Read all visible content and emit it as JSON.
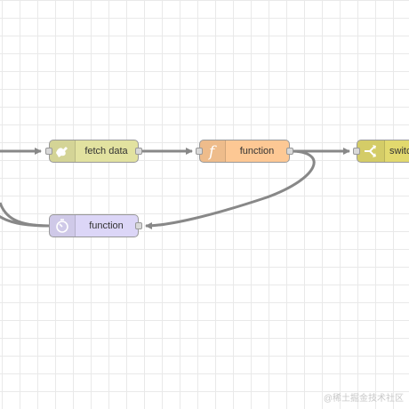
{
  "flow": {
    "nodes": {
      "fetch": {
        "label": "fetch data",
        "icon": "bridge-icon",
        "color": "#e2e2a0"
      },
      "function_1": {
        "label": "function",
        "icon": "function-icon",
        "color": "#fdc894"
      },
      "switch": {
        "label": "switc",
        "icon": "switch-icon",
        "color": "#e2d96e"
      },
      "timer_function": {
        "label": "function",
        "icon": "timer-icon",
        "color": "#dcd6f7"
      }
    },
    "wire_color": "#888888"
  },
  "watermark": {
    "text": "@稀土掘金技术社区"
  }
}
